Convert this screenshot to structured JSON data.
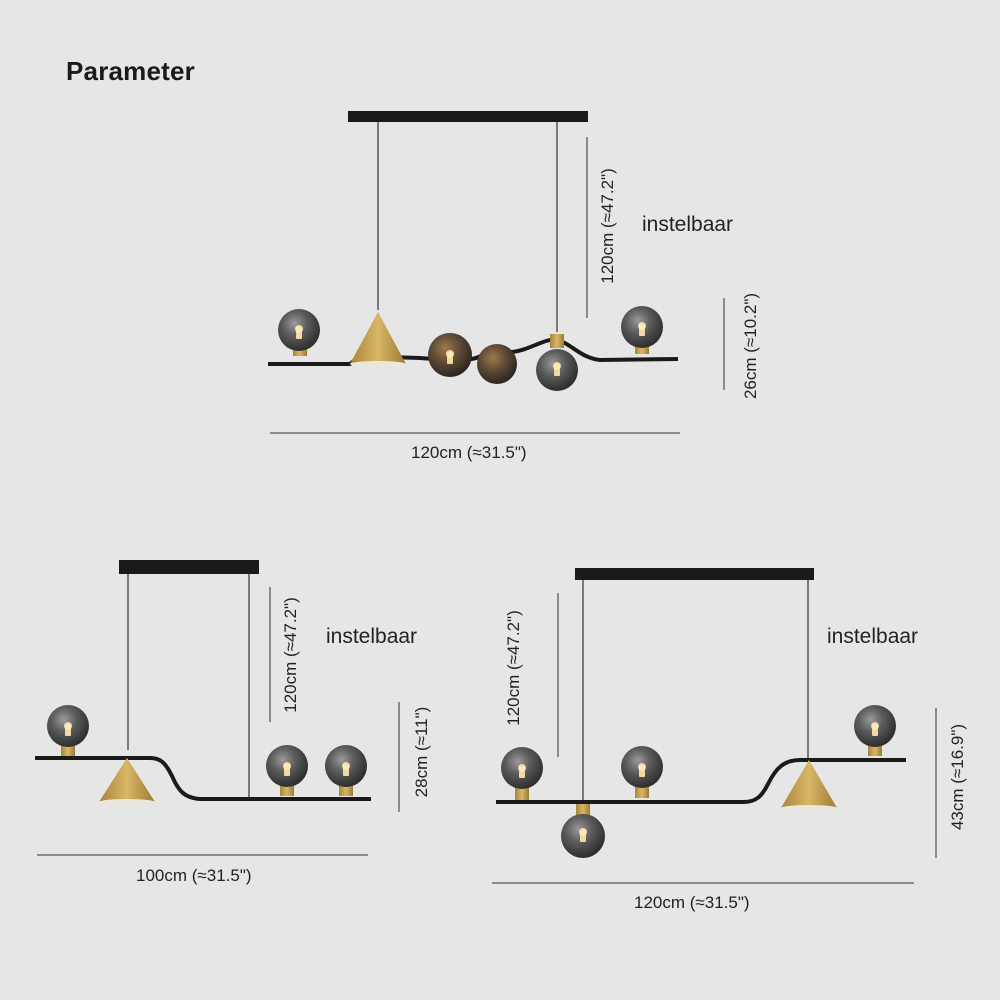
{
  "title": "Parameter",
  "lamp_top": {
    "cable_length": "120cm (≈47.2\")",
    "adjustable": "instelbaar",
    "height": "26cm (≈10.2\")",
    "width": "120cm (≈31.5\")"
  },
  "lamp_left": {
    "cable_length": "120cm (≈47.2\")",
    "adjustable": "instelbaar",
    "height": "28cm (≈11\")",
    "width": "100cm (≈31.5\")"
  },
  "lamp_right": {
    "cable_length": "120cm (≈47.2\")",
    "adjustable": "instelbaar",
    "height": "43cm (≈16.9\")",
    "width": "120cm (≈31.5\")"
  },
  "colors": {
    "background": "#e6e6e6",
    "frame": "#1a1a1a",
    "brass": "#c9a24a",
    "globe": "#5b5b5b"
  }
}
